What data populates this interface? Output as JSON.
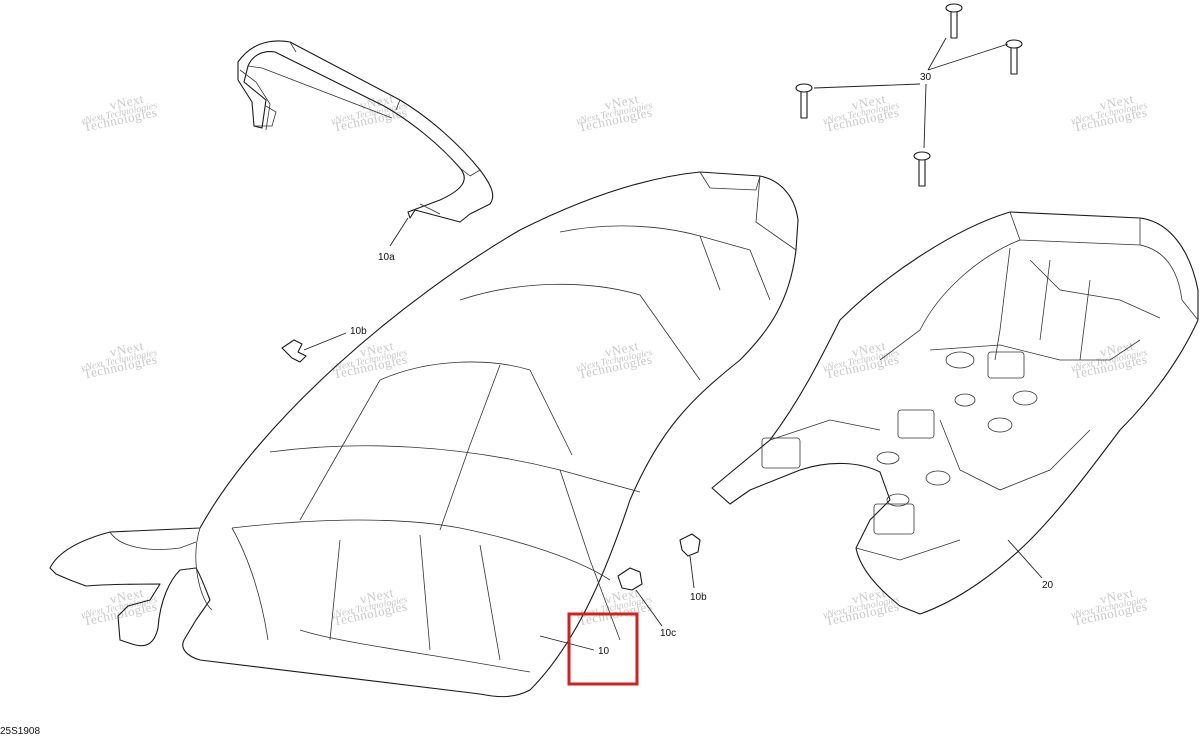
{
  "diagram": {
    "callouts": {
      "c30": "30",
      "c10a": "10a",
      "c10b_left": "10b",
      "c10b_right": "10b",
      "c10c": "10c",
      "c10": "10",
      "c20": "20"
    },
    "watermark": {
      "line1": "vNext",
      "line2": "Technologies",
      "inline": "vNext Technologies"
    },
    "drawing_code": "25S1908",
    "highlight_color": "#d21f1f"
  }
}
